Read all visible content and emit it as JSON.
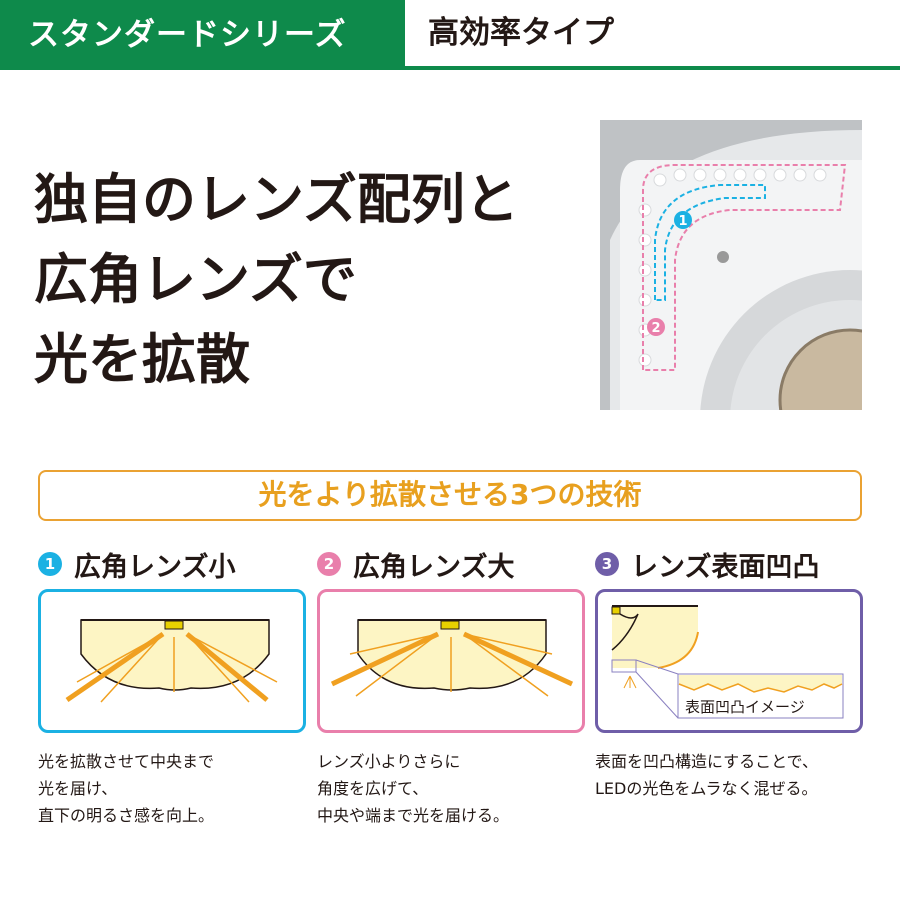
{
  "header": {
    "series": "スタンダードシリーズ",
    "type": "高効率タイプ"
  },
  "headline": [
    "独自のレンズ配列と",
    "広角レンズで",
    "光を拡散"
  ],
  "photo": {
    "markers": [
      "1",
      "2"
    ]
  },
  "band": {
    "text": "光をより拡散させる3つの技術"
  },
  "colors": {
    "green": "#0e8a4b",
    "orange": "#eaa233",
    "cyan": "#1bb1e3",
    "pink": "#e97fab",
    "purple": "#6f5ea8"
  },
  "features": [
    {
      "num": "1",
      "title": "広角レンズ小",
      "desc": [
        "光を拡散させて中央まで",
        "光を届け、",
        "直下の明るさ感を向上。"
      ]
    },
    {
      "num": "2",
      "title": "広角レンズ大",
      "desc": [
        "レンズ小よりさらに",
        "角度を広げて、",
        "中央や端まで光を届ける。"
      ]
    },
    {
      "num": "3",
      "title": "レンズ表面凹凸",
      "caption": "表面凹凸イメージ",
      "desc": [
        "表面を凹凸構造にすることで、",
        "LEDの光色をムラなく混ぜる。"
      ]
    }
  ]
}
